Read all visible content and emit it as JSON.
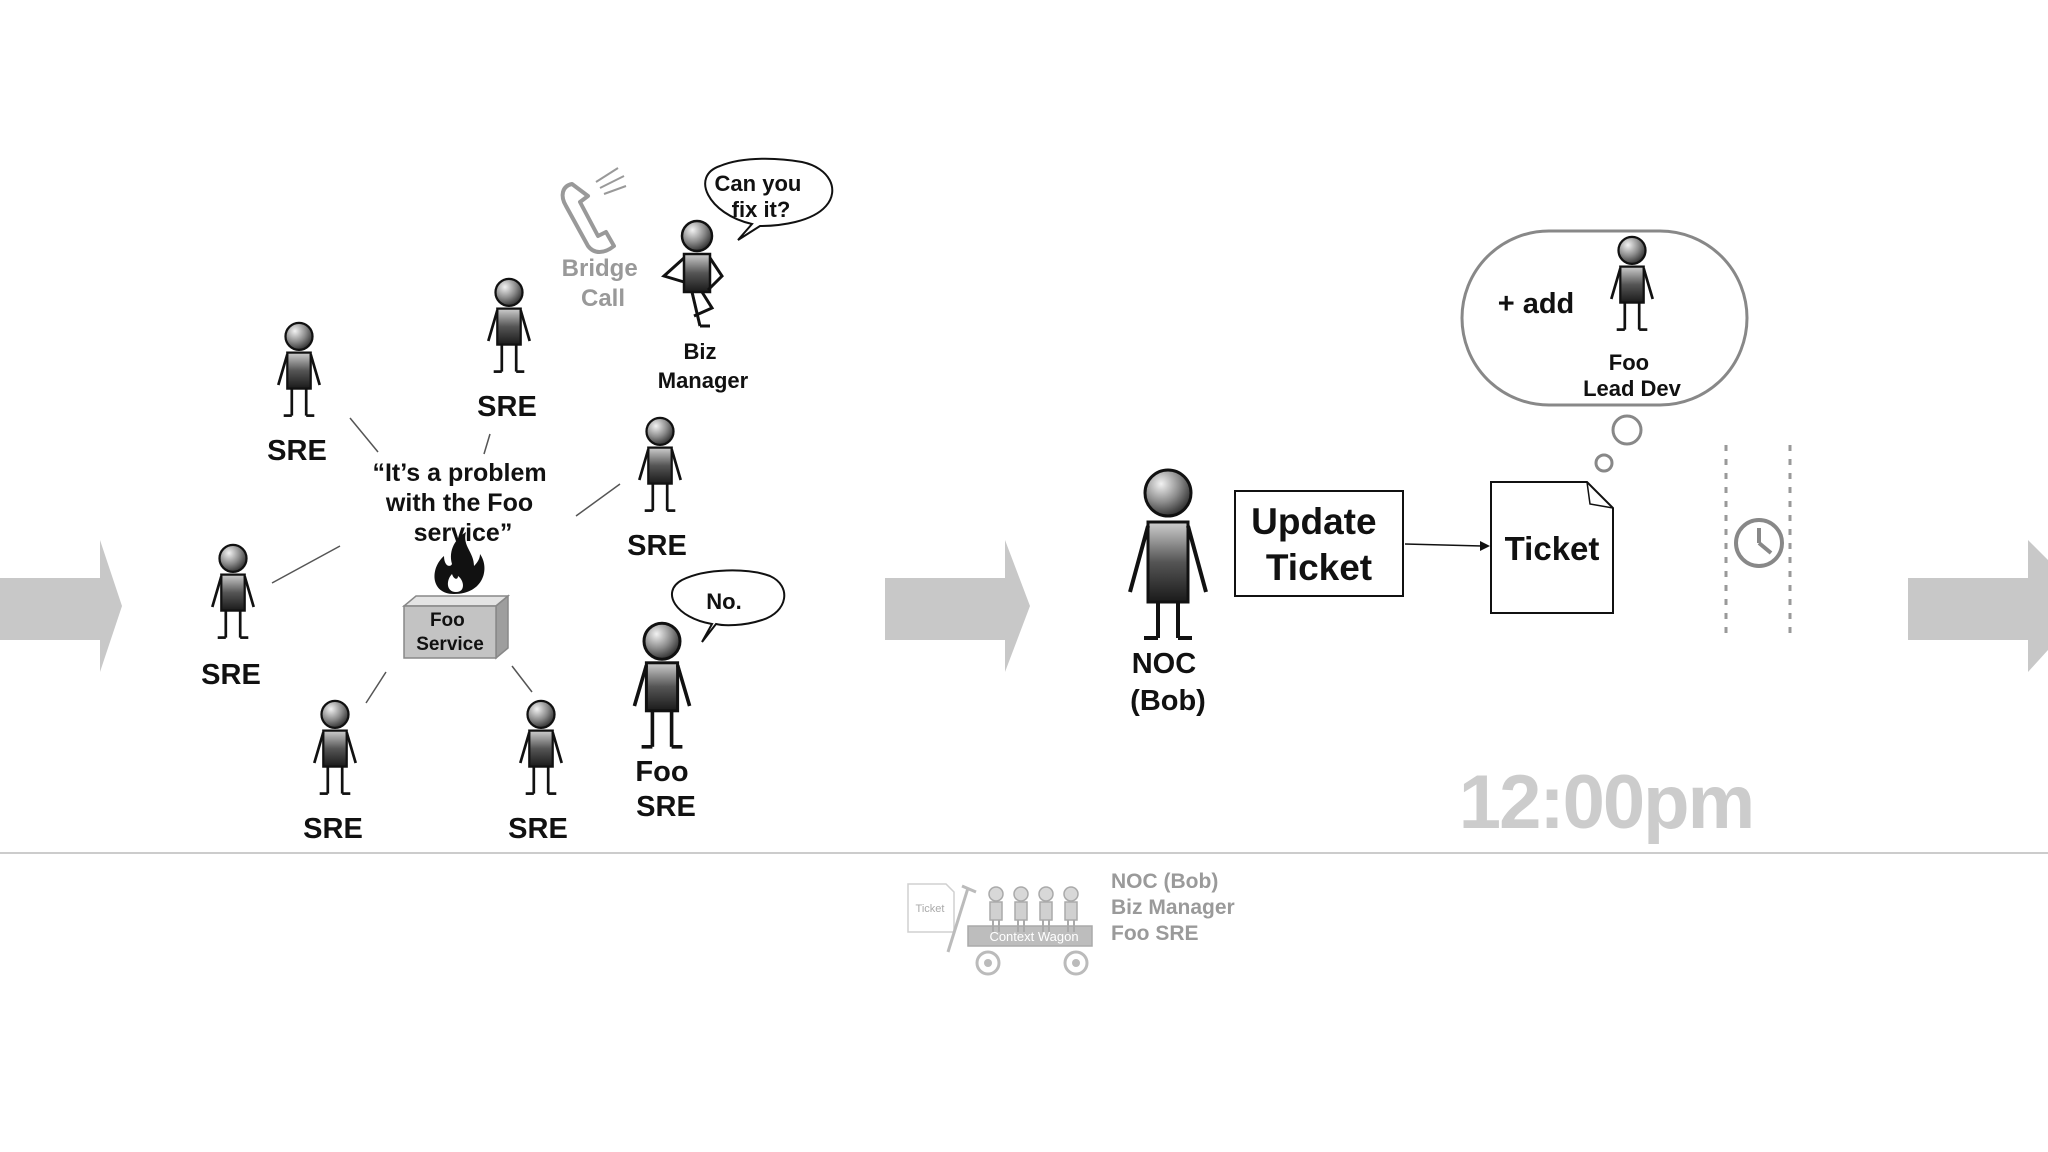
{
  "slide": {
    "left_scene": {
      "quote_lines": [
        "“It’s a problem",
        "with the Foo",
        "service”"
      ],
      "service_box_lines": [
        "Foo",
        "Service"
      ],
      "sre_label": "SRE",
      "bridge_call_lines": [
        "Bridge",
        "Call"
      ],
      "biz_manager_lines": [
        "Biz",
        "Manager"
      ],
      "biz_bubble_lines": [
        "Can you",
        "fix it?"
      ],
      "foo_sre_lines": [
        "Foo",
        "SRE"
      ],
      "foo_sre_bubble": "No."
    },
    "right_scene": {
      "noc_lines": [
        "NOC",
        "(Bob)"
      ],
      "update_ticket_lines": [
        "Update",
        "Ticket"
      ],
      "ticket_label": "Ticket",
      "thought_add": "+ add",
      "thought_person_lines": [
        "Foo",
        "Lead Dev"
      ],
      "time": "12:00pm"
    },
    "context_wagon": {
      "ticket_label": "Ticket",
      "wagon_label": "Context Wagon",
      "items": [
        "NOC (Bob)",
        "Biz Manager",
        "Foo SRE"
      ]
    },
    "colors": {
      "arrow": "#c8c8c8",
      "time": "#cccccc",
      "legend": "#9a9a9a"
    }
  }
}
